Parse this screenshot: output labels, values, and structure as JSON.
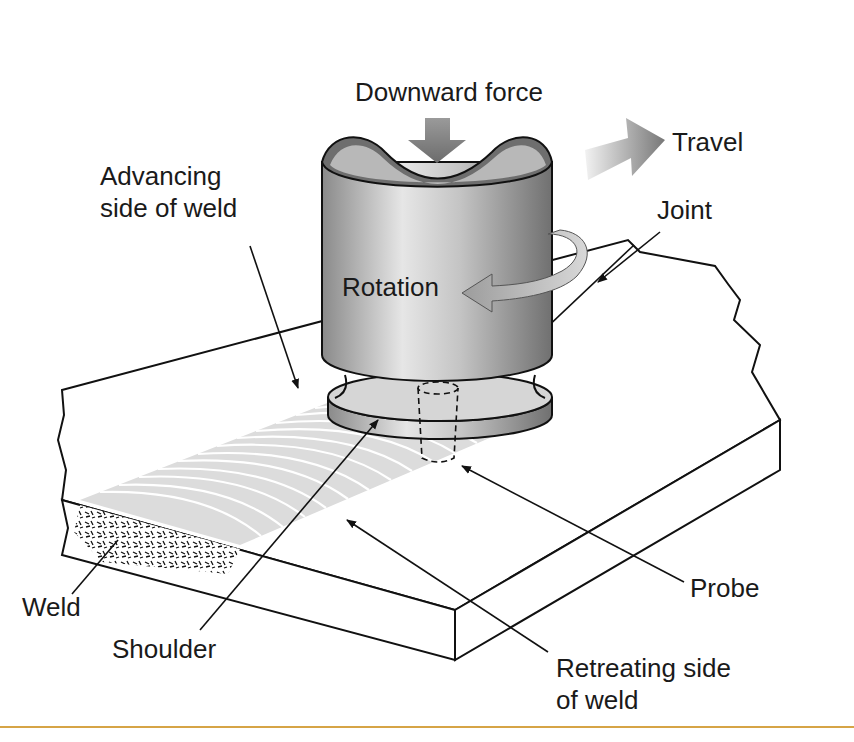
{
  "diagram": {
    "labels": [
      "Downward force",
      "Travel",
      "Joint",
      "Advancing side of weld",
      "Rotation",
      "Weld",
      "Shoulder",
      "Probe",
      "Retreating side of weld"
    ]
  }
}
